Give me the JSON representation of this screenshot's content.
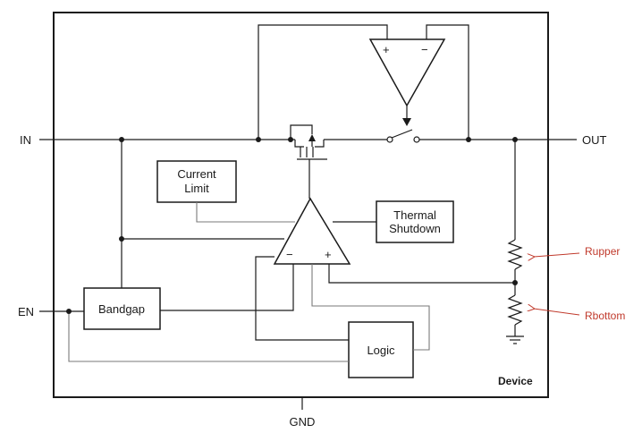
{
  "pins": {
    "in": "IN",
    "en": "EN",
    "out": "OUT",
    "gnd": "GND"
  },
  "blocks": {
    "current_limit_line1": "Current",
    "current_limit_line2": "Limit",
    "thermal_line1": "Thermal",
    "thermal_line2": "Shutdown",
    "bandgap": "Bandgap",
    "logic": "Logic"
  },
  "amps": {
    "plus": "+",
    "minus": "−"
  },
  "resistors": {
    "upper": "Rupper",
    "lower": "Rbottom"
  },
  "device_label": "Device",
  "colors": {
    "line": "#1a1a1a",
    "annotation": "#c0392b",
    "grey_wire": "#7a7a7a"
  }
}
